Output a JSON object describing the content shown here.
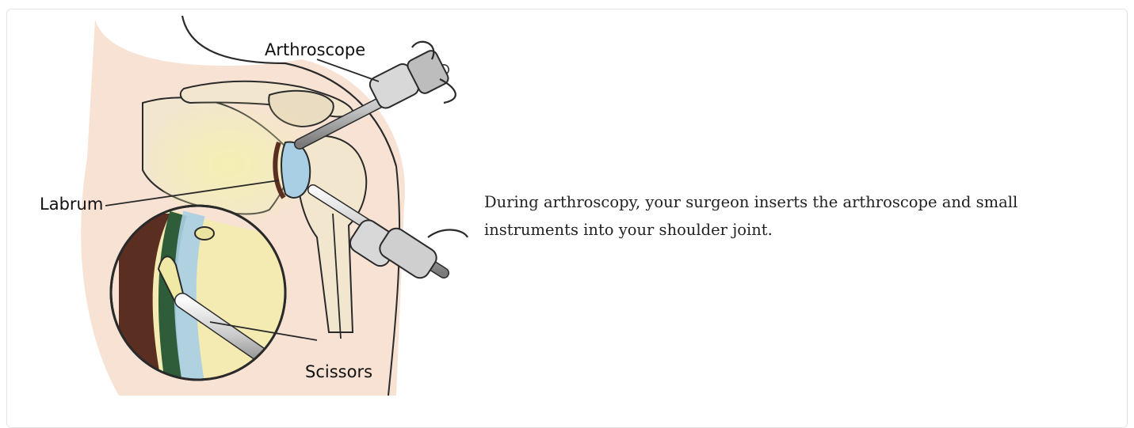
{
  "figure": {
    "labels": {
      "arthroscope": "Arthroscope",
      "labrum": "Labrum",
      "scissors": "Scissors"
    },
    "icon": "shoulder-arthroscopy-illustration"
  },
  "caption": {
    "text": "During arthroscopy, your surgeon inserts the arthroscope and small instruments into your shoulder joint."
  },
  "colors": {
    "skin": "#f7e2d4",
    "bone": "#f2e6cf",
    "cartilage_blue": "#a9cfe4",
    "yellow_glow": "#f3ecab",
    "labrum_dark": "#5a2e20",
    "text": "#222222"
  }
}
